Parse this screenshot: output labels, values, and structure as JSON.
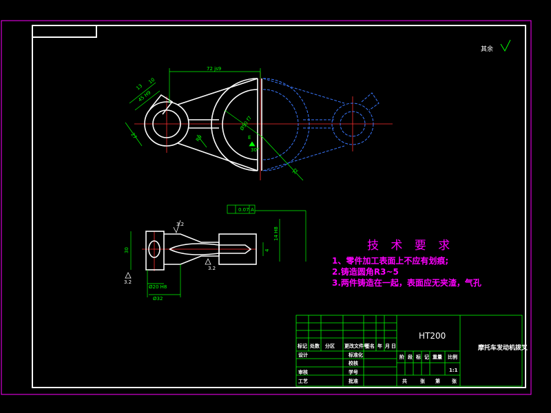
{
  "colors": {
    "background": "#000000",
    "border": "#ffffff",
    "part_outline": "#ffffff",
    "dimension": "#00ff00",
    "center_line": "#ff3030",
    "mating_part": "#3a78ff",
    "outer_frame": "#ff00ff",
    "requirements": "#ff00ff",
    "title_grid": "#00ff00",
    "title_text": "#ffffff"
  },
  "surface_roughness": {
    "text": "其余",
    "icon": "roughness-check-icon"
  },
  "top_view": {
    "dim_width": "72 js9",
    "dim_boss_a": "13",
    "dim_boss_b": "10",
    "dim_boss_c": "45 H9",
    "dim_left": "27",
    "dim_arm": "R9",
    "dim_arc": "Ø50 f7",
    "dim_e": "E",
    "dim_angle": "30°",
    "dim_right": "72"
  },
  "side_view": {
    "tolerance_value": "0.07",
    "tolerance_ref": "A",
    "roughness_top": "3.2",
    "roughness_left": "3.2",
    "roughness_right": "3.2",
    "dim_height": "30",
    "dim_bore": "Ø20 H8",
    "dim_outer": "Ø32",
    "dim_small": "4",
    "dim_vertical": "14 H8"
  },
  "requirements": {
    "title": "技 术 要 求",
    "items": [
      "1、零件加工表面上不应有划痕;",
      "2.铸造圆角R3~5",
      "3.两件铸造在一起，表面应无夹渣，气孔"
    ]
  },
  "title_block": {
    "material": "HT200",
    "part_name": "摩托车发动机拨叉",
    "row_labels": [
      "标记",
      "处数",
      "分区",
      "更改文件号",
      "签名",
      "年",
      "月",
      "日"
    ],
    "left_labels": [
      "设计",
      "审核",
      "工艺"
    ],
    "mid_labels": [
      "标准化",
      "校核",
      "学号",
      "批准"
    ],
    "stage_labels": [
      "阶",
      "段",
      "标",
      "记",
      "重量",
      "比例"
    ],
    "scale": "1:1",
    "sheet_labels": [
      "共",
      "张",
      "第",
      "张"
    ]
  }
}
